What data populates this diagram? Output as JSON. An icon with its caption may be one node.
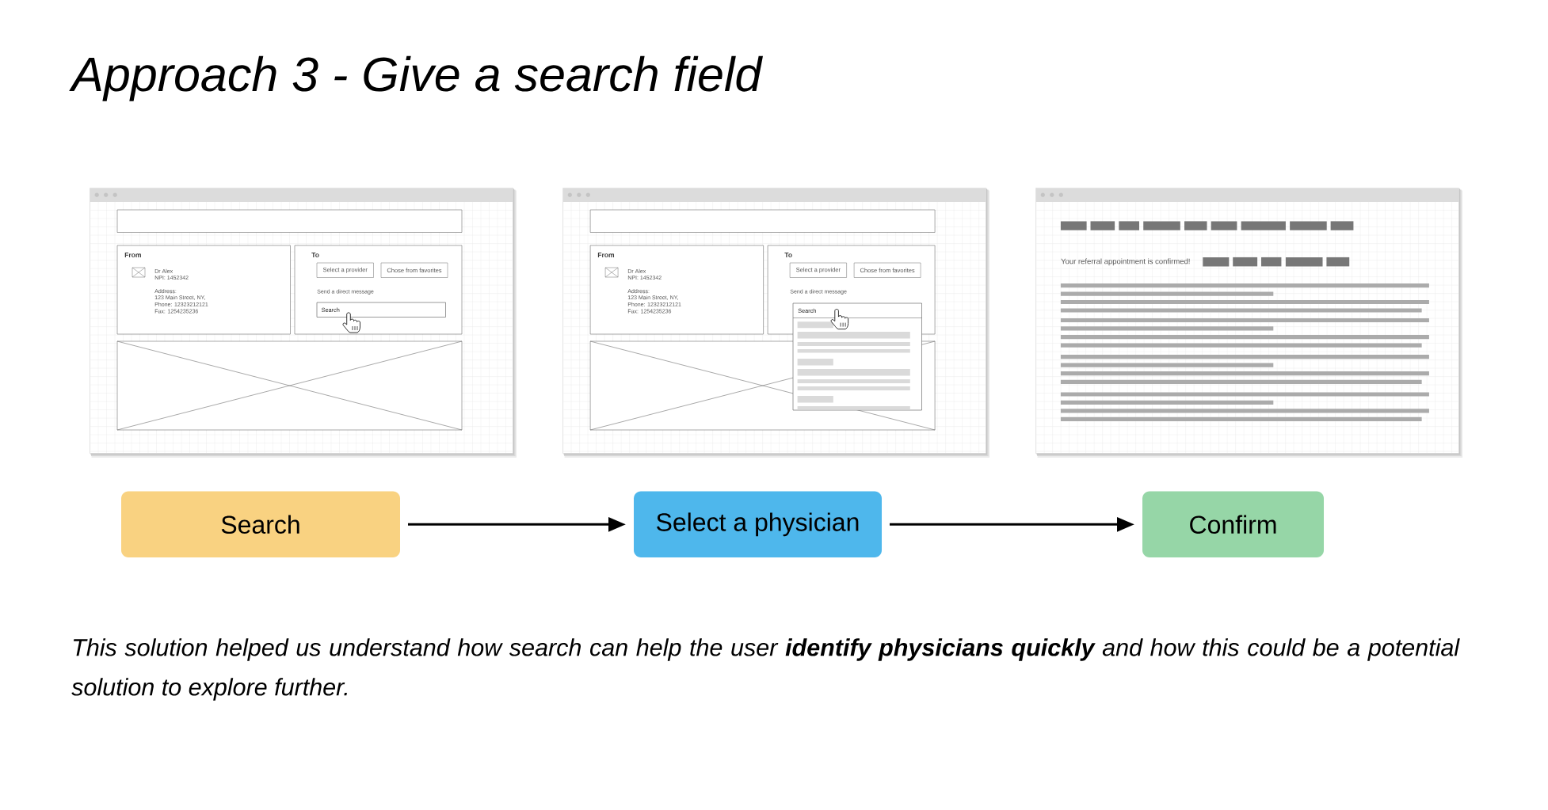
{
  "diagram": {
    "title": "Approach 3 - Give a search field",
    "nodes": [
      {
        "text": [],
        "shape": "box"
      },
      {
        "text": [],
        "shape": "box",
        "in": 0
      },
      {
        "text": [
          "From",
          "Dr Alex",
          "NPI: 1452342",
          "Address:",
          "123 Main Street, NY,",
          "Phone: 12323212121",
          "Fax: 1254235236"
        ],
        "in": 0
      },
      {
        "text": [
          "To",
          "Send a direct message"
        ],
        "in": 0
      },
      {
        "text": [
          "Select a provider"
        ],
        "in": 3
      },
      {
        "text": [
          "Chose from favorites"
        ],
        "in": 3
      },
      {
        "text": [
          "Search"
        ],
        "in": 3
      },
      {
        "text": [],
        "shape": "box",
        "in": 0
      },
      {
        "text": [],
        "shape": "box"
      },
      {
        "text": [],
        "shape": "box",
        "in": 8
      },
      {
        "text": [
          "From",
          "Dr Alex",
          "NPI: 1452342",
          "Address:",
          "123 Main Street, NY,",
          "Phone: 12323212121",
          "Fax: 1254235236"
        ],
        "in": 8
      },
      {
        "text": [
          "To",
          "Send a direct message"
        ],
        "in": 8
      },
      {
        "text": [
          "Select a provider"
        ],
        "in": 11
      },
      {
        "text": [
          "Chose from favorites"
        ],
        "in": 11
      },
      {
        "text": [
          "Search"
        ],
        "in": 8
      },
      {
        "text": [],
        "shape": "box",
        "in": 8
      },
      {
        "text": [
          "Your referral appointment is confirmed!"
        ]
      },
      {
        "text": [
          "Search"
        ]
      },
      {
        "text": [
          "Select a physician"
        ]
      },
      {
        "text": [
          "Confirm"
        ]
      }
    ],
    "edges": [
      {
        "from": 17,
        "to": 18,
        "arrow": "to"
      },
      {
        "from": 18,
        "to": 19,
        "arrow": "to"
      }
    ],
    "caption": "This solution helped us understand how search can help the user **identify physicians quickly** and how this could be a potential solution to explore further."
  }
}
